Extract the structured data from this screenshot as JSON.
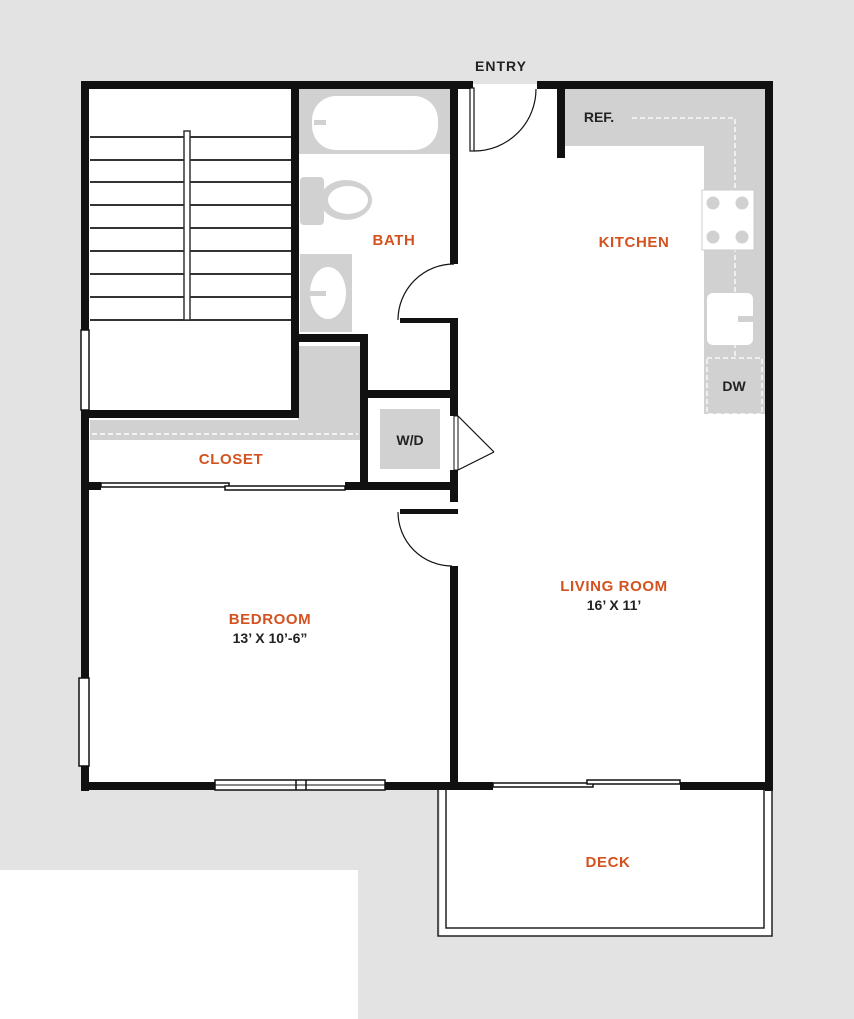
{
  "colors": {
    "background": "#e3e3e3",
    "floor": "#ffffff",
    "wall": "#111111",
    "fixture": "#d1d1d1",
    "accent": "#d4521f",
    "text_dark": "#222222"
  },
  "entry": {
    "label": "ENTRY"
  },
  "rooms": {
    "bath": {
      "name": "BATH"
    },
    "kitchen": {
      "name": "KITCHEN"
    },
    "closet": {
      "name": "CLOSET"
    },
    "living_room": {
      "name": "LIVING ROOM",
      "dimensions": "16’ X 11’"
    },
    "bedroom": {
      "name": "BEDROOM",
      "dimensions": "13’ X 10’-6”"
    },
    "deck": {
      "name": "DECK"
    }
  },
  "fixtures": {
    "refrigerator": "REF.",
    "washer_dryer": "W/D",
    "dishwasher": "DW"
  }
}
